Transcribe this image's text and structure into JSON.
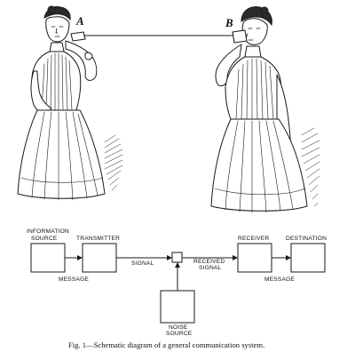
{
  "illustration": {
    "label_a": "A",
    "label_b": "B",
    "ink_color": "#1a1a1a"
  },
  "diagram": {
    "blocks": {
      "information_source": [
        "INFORMATION",
        "SOURCE"
      ],
      "transmitter": "TRANSMITTER",
      "receiver": "RECEIVER",
      "destination": "DESTINATION",
      "noise_source": [
        "NOISE",
        "SOURCE"
      ]
    },
    "signals": {
      "message_left": "MESSAGE",
      "signal": "SIGNAL",
      "received_signal": [
        "RECEIVED",
        "SIGNAL"
      ],
      "message_right": "MESSAGE"
    }
  },
  "caption": "Fig. 1—Schematic diagram of a general communication system."
}
